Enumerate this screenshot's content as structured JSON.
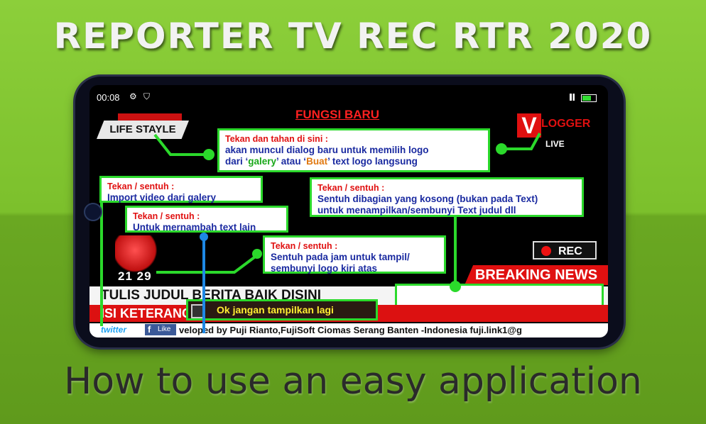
{
  "title_top": "REPORTER TV REC RTR 2020",
  "title_bottom": "How to use an easy application",
  "status": {
    "time": "00:08"
  },
  "screen": {
    "header": "FUNGSI BARU",
    "lifestyle_label": "LIFE STAYLE",
    "logo": {
      "letter": "V",
      "text": "LOGGER",
      "live": "LIVE"
    },
    "clock": "21 29",
    "rec_label": "REC",
    "breaking": "BREAKING NEWS",
    "headline": "TULIS JUDUL BERITA BAIK DISINI",
    "subline": "ISI KETERANGAN LAIN BERITA DISINI",
    "ok_label": "Ok  jangan tampilkan lagi",
    "twitter": "twitter",
    "facebook_like": "Like",
    "ticker": "veloped by Puji Rianto,FujiSoft Ciomas Serang Banten -Indonesia fuji.link1@g"
  },
  "callouts": {
    "logo": {
      "heading": "Tekan dan tahan di sini :",
      "line1": "akan muncul dialog baru untuk memilih logo",
      "line2_pre": "dari ‘",
      "line2_galery": "galery",
      "line2_mid": "’ atau ‘",
      "line2_buat": "Buat",
      "line2_post": "’ text logo langsung"
    },
    "import": {
      "heading": "Tekan / sentuh :",
      "body": "Import  video dari galery"
    },
    "add_text": {
      "heading": "Tekan / sentuh :",
      "body": "Untuk mernambah text lain"
    },
    "empty_area": {
      "heading": "Tekan / sentuh :",
      "line1": "Sentuh dibagian yang kosong (bukan pada  Text)",
      "line2": "untuk menampilkan/sembunyi Text judul dll"
    },
    "clock": {
      "heading": "Tekan / sentuh :",
      "line1": "Sentuh pada jam untuk  tampil/",
      "line2": "sembunyi logo kiri atas"
    }
  }
}
